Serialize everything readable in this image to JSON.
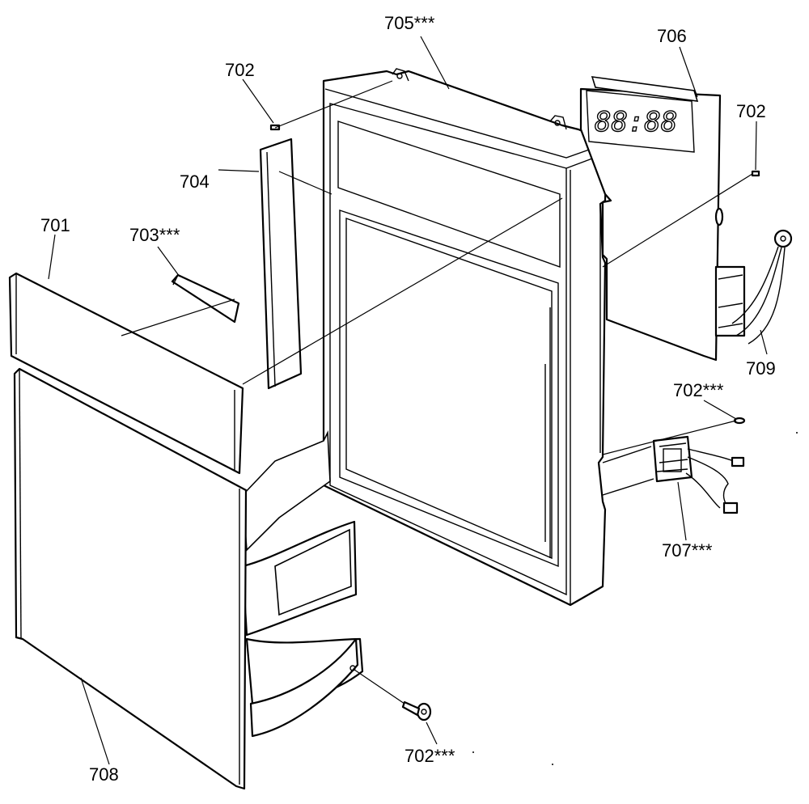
{
  "labels": {
    "l705": "705***",
    "l706": "706",
    "l702_top": "702",
    "l702_right": "702",
    "l704": "704",
    "l701": "701",
    "l703": "703***",
    "l709": "709",
    "l702_mid": "702***",
    "l707": "707***",
    "l708": "708",
    "l702_bottom": "702***"
  },
  "display_readout": "88:88"
}
